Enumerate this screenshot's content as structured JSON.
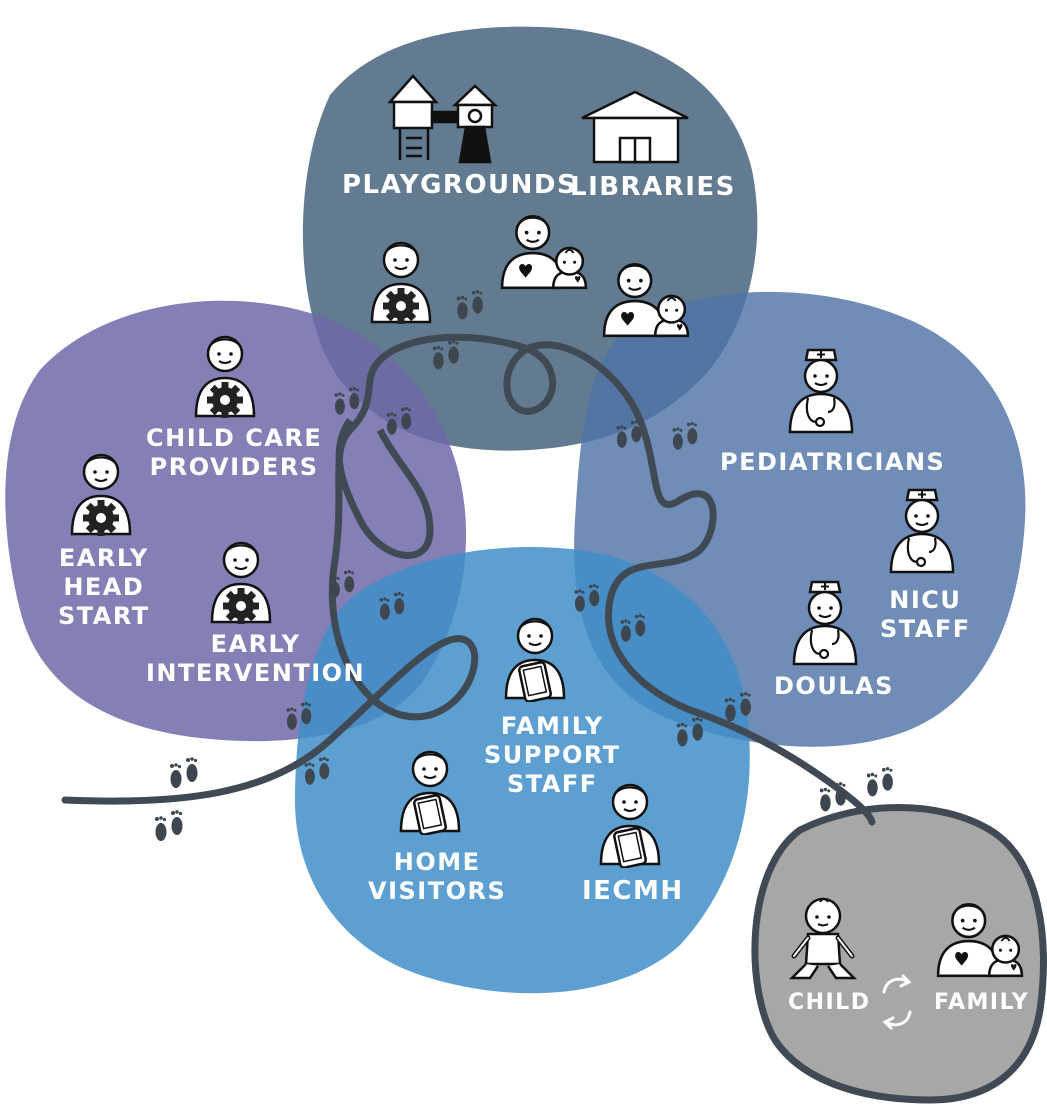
{
  "colors": {
    "community": "#46647d",
    "childcare": "#6e68a8",
    "health": "#5174a8",
    "homevisiting": "#3f8ec8",
    "family": "#a7a7a7",
    "path": "#404a55"
  },
  "labels": {
    "playgrounds": "PLAYGROUNDS",
    "libraries": "LIBRARIES",
    "child_care": [
      "CHILD CARE",
      "PROVIDERS"
    ],
    "early_head_start": [
      "EARLY",
      "HEAD",
      "START"
    ],
    "early_intervention": [
      "EARLY",
      "INTERVENTION"
    ],
    "pediatricians": "PEDIATRICIANS",
    "nicu": [
      "NICU",
      "STAFF"
    ],
    "doulas": "DOULAS",
    "family_support": [
      "FAMILY",
      "SUPPORT",
      "STAFF"
    ],
    "home_visitors": [
      "HOME",
      "VISITORS"
    ],
    "iecmh": "IECMH",
    "child": "CHILD",
    "family": "FAMILY"
  },
  "icons": {
    "playground": "playground-icon",
    "library": "library-building-icon",
    "provider": "person-with-gear-icon",
    "parent": "parent-with-baby-icon",
    "clinician": "nurse-with-stethoscope-icon",
    "visitor": "person-with-tablet-icon",
    "child": "baby-icon",
    "footprints": "footprints-icon",
    "cycle": "cycle-arrows-icon"
  }
}
